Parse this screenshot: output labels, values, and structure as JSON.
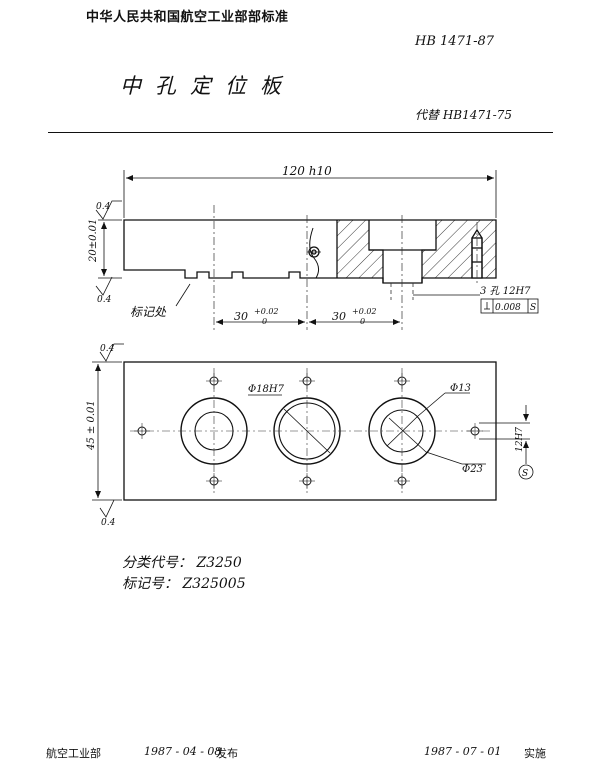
{
  "header": {
    "organization_standard": "中华人民共和国航空工业部部标准",
    "standard_number": "HB 1471-87",
    "part_name": "中孔定位板",
    "replaces": "代替 HB1471-75"
  },
  "drawing": {
    "top_view": {
      "length_dim": "120 h10",
      "height_dim": "20±0.01",
      "roughness_top": "0.4",
      "roughness_bottom": "0.4",
      "mark_label": "标记处",
      "spacing_dim_1": "30",
      "spacing_tol_1": "+0.02",
      "spacing_tol_1_low": "0",
      "spacing_dim_2": "30",
      "spacing_tol_2": "+0.02",
      "spacing_tol_2_low": "0",
      "hole_callout": "3 孔 12H7",
      "perp_tolerance": "0.008",
      "datum_ref": "S"
    },
    "plan_view": {
      "width_dim": "45 ± 0.01",
      "roughness_top": "0.4",
      "roughness_bottom": "0.4",
      "bore_dia": "Φ18H7",
      "hole_dia_13": "Φ13",
      "hole_dia_23": "Φ23",
      "pin_hole": "12H7",
      "datum_label": "S"
    }
  },
  "classification": {
    "class_code_label": "分类代号",
    "class_code_value": "Z3250",
    "mark_code_label": "标记号",
    "mark_code_value": "Z325005"
  },
  "footer": {
    "issuer": "航空工业部",
    "issue_date": "1987 - 04 - 08",
    "issue_word": "发布",
    "implementation_date": "1987 - 07 - 01",
    "implementation_word": "实施"
  }
}
